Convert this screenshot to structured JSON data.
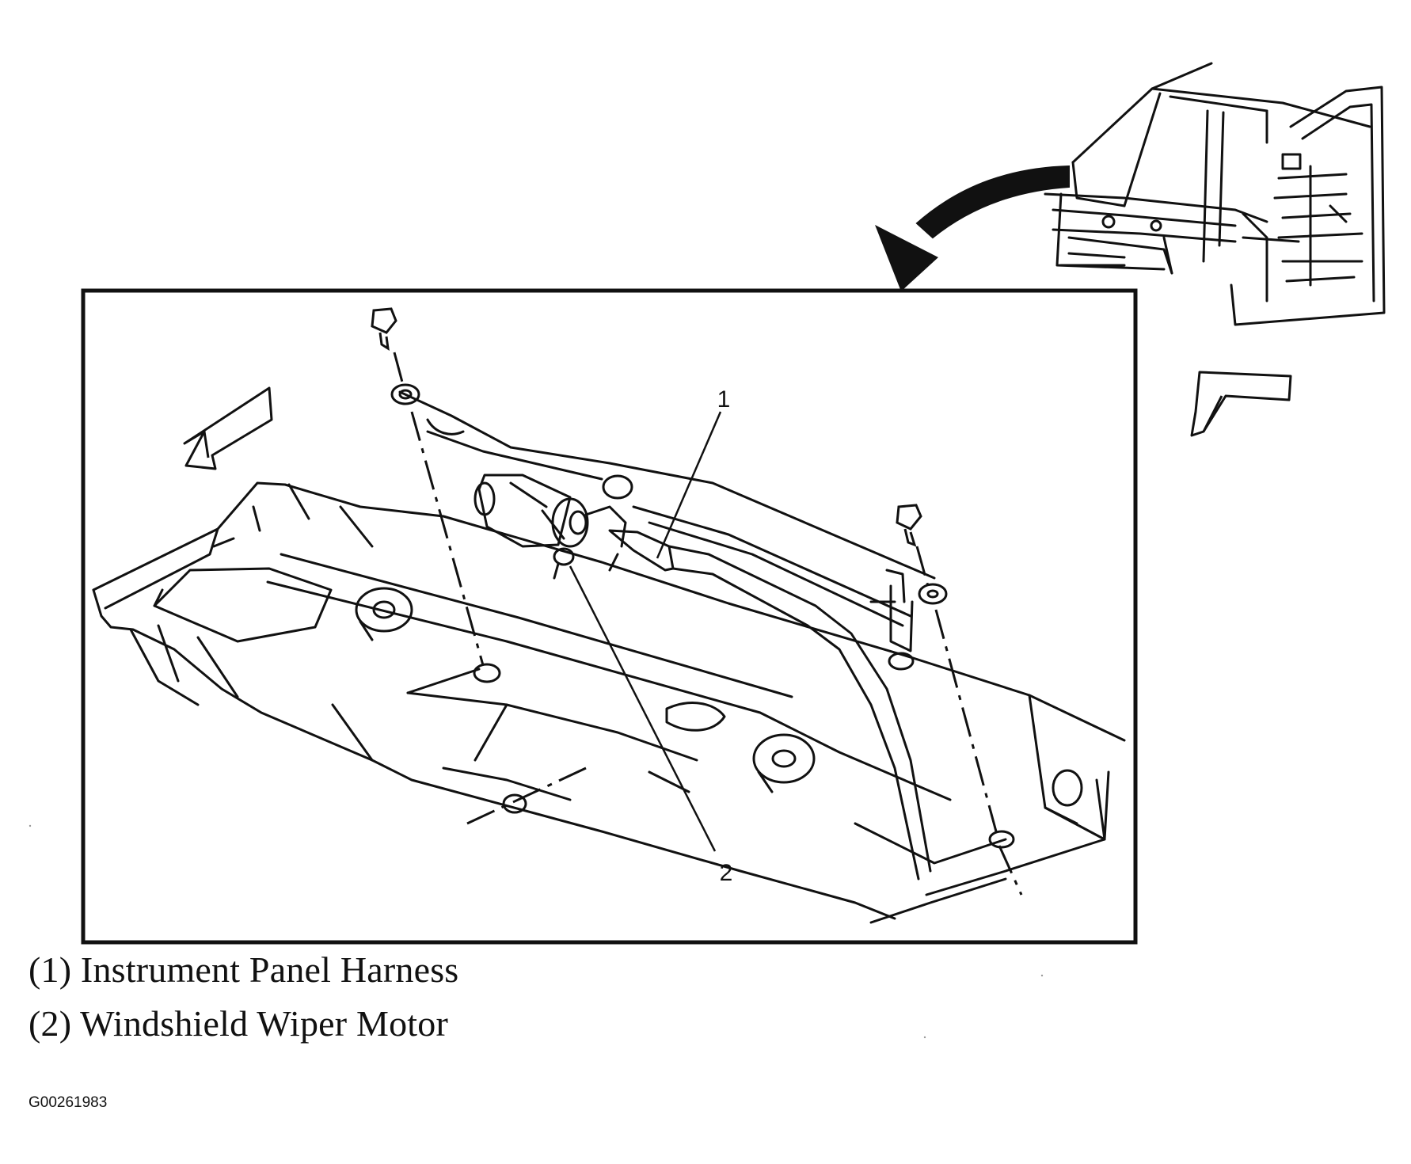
{
  "diagram": {
    "callouts": [
      {
        "number": "1",
        "label": "Instrument Panel Harness"
      },
      {
        "number": "2",
        "label": "Windshield Wiper Motor"
      }
    ],
    "legend": [
      "(1) Instrument Panel Harness",
      "(2) Windshield Wiper Motor"
    ],
    "figure_id": "G00261983"
  },
  "colors": {
    "ink": "#111111",
    "background": "#ffffff"
  }
}
